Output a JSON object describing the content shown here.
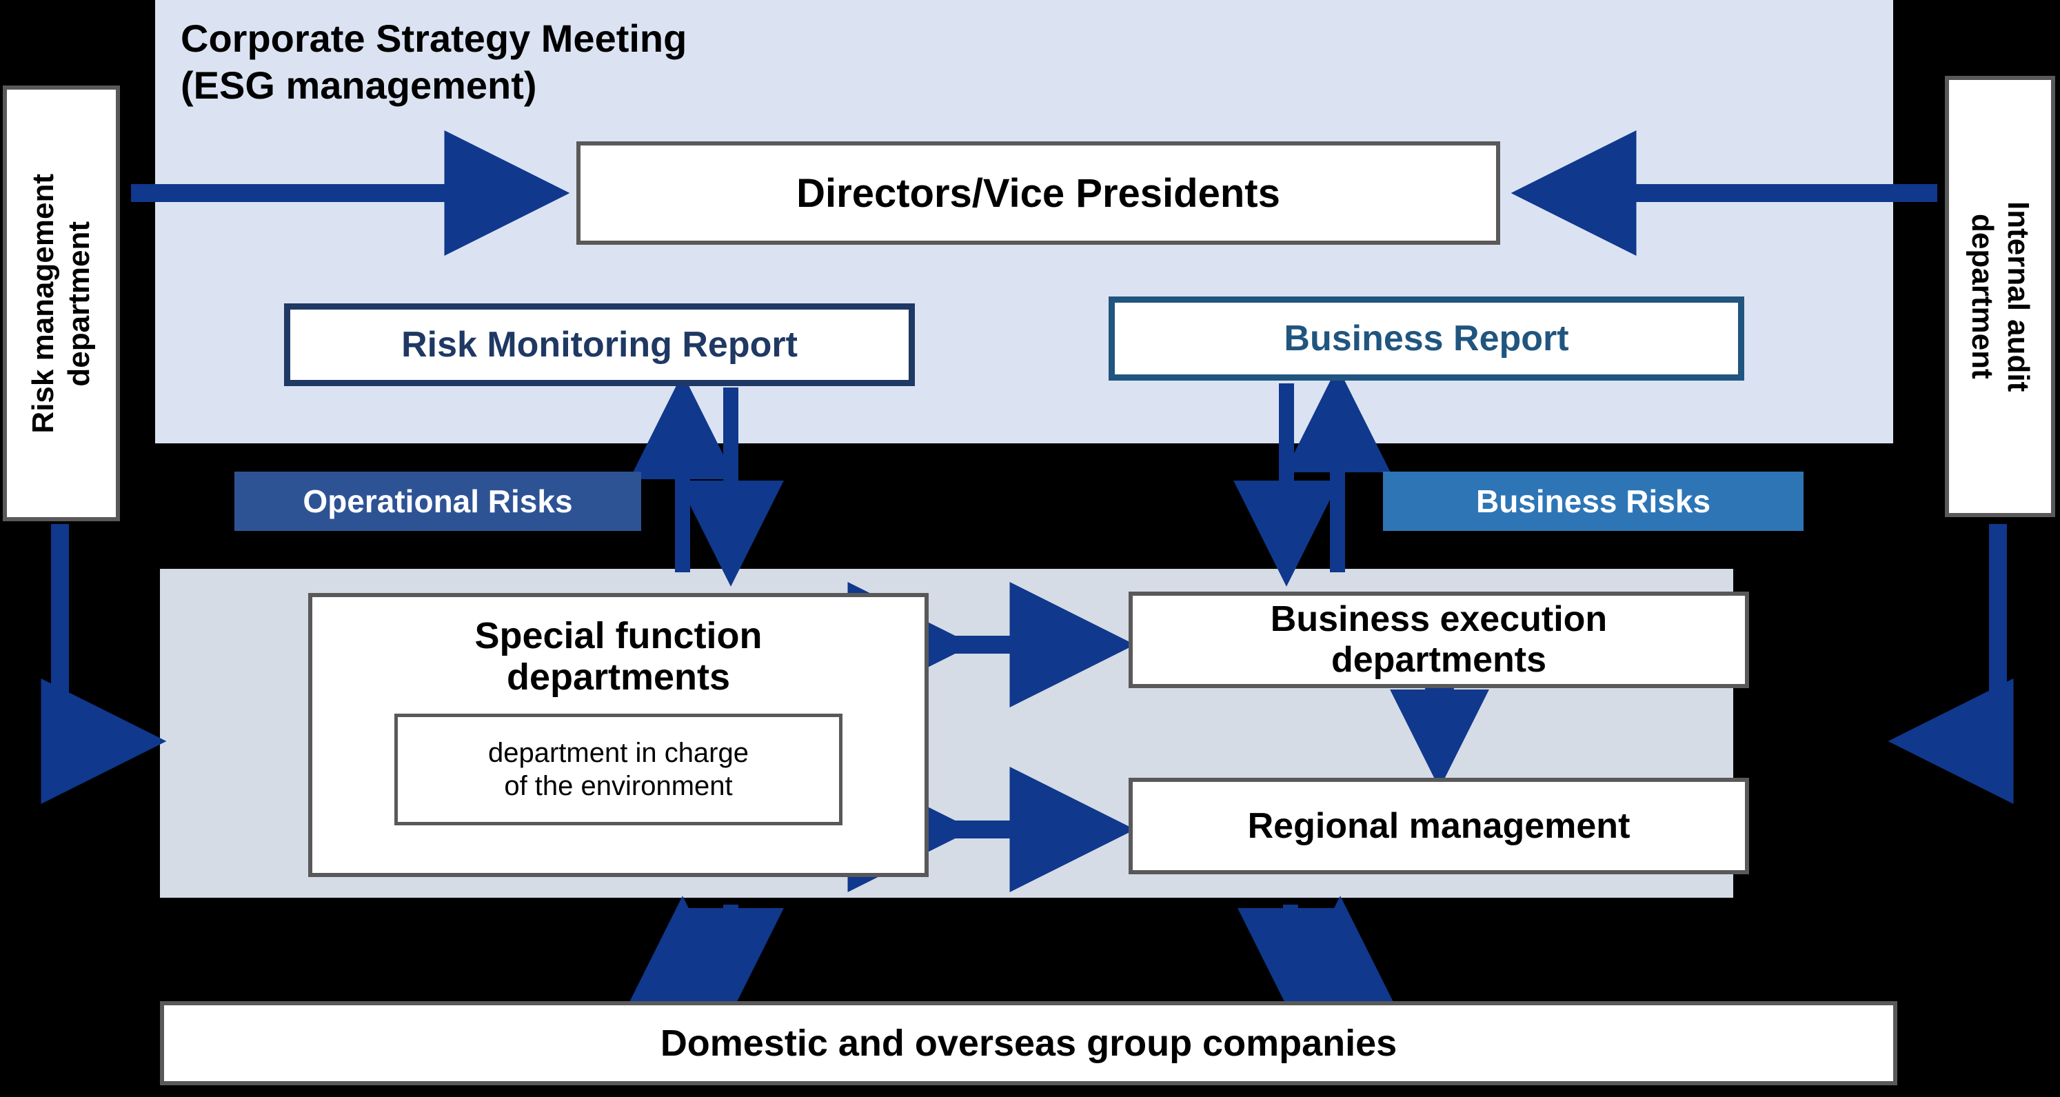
{
  "colors": {
    "top_panel_bg": "#dbe3f3",
    "mid_panel_bg": "#d5dce6",
    "arrow_navy": "#10388c",
    "operational_banner": "#2e5395",
    "business_banner": "#2e75b6",
    "report_navy_text": "#1f3864",
    "report_steel_text": "#20557f",
    "box_border_grey": "#595959",
    "background": "#000000"
  },
  "top_panel": {
    "title_line1": "Corporate Strategy Meeting",
    "title_line2": "(ESG management)",
    "directors_box": "Directors/Vice Presidents",
    "risk_monitoring_report": "Risk Monitoring Report",
    "business_report": "Business Report"
  },
  "side_boxes": {
    "left": "Risk management\ndepartment",
    "right": "Internal audit\ndepartment"
  },
  "risk_banners": {
    "operational": "Operational Risks",
    "business": "Business Risks"
  },
  "mid_panel": {
    "special_function_departments": "Special function\ndepartments",
    "environment_department": "department in charge\nof the environment",
    "business_execution_departments": "Business execution\ndepartments",
    "regional_management": "Regional management"
  },
  "bottom": {
    "group_companies": "Domestic and overseas group companies"
  }
}
